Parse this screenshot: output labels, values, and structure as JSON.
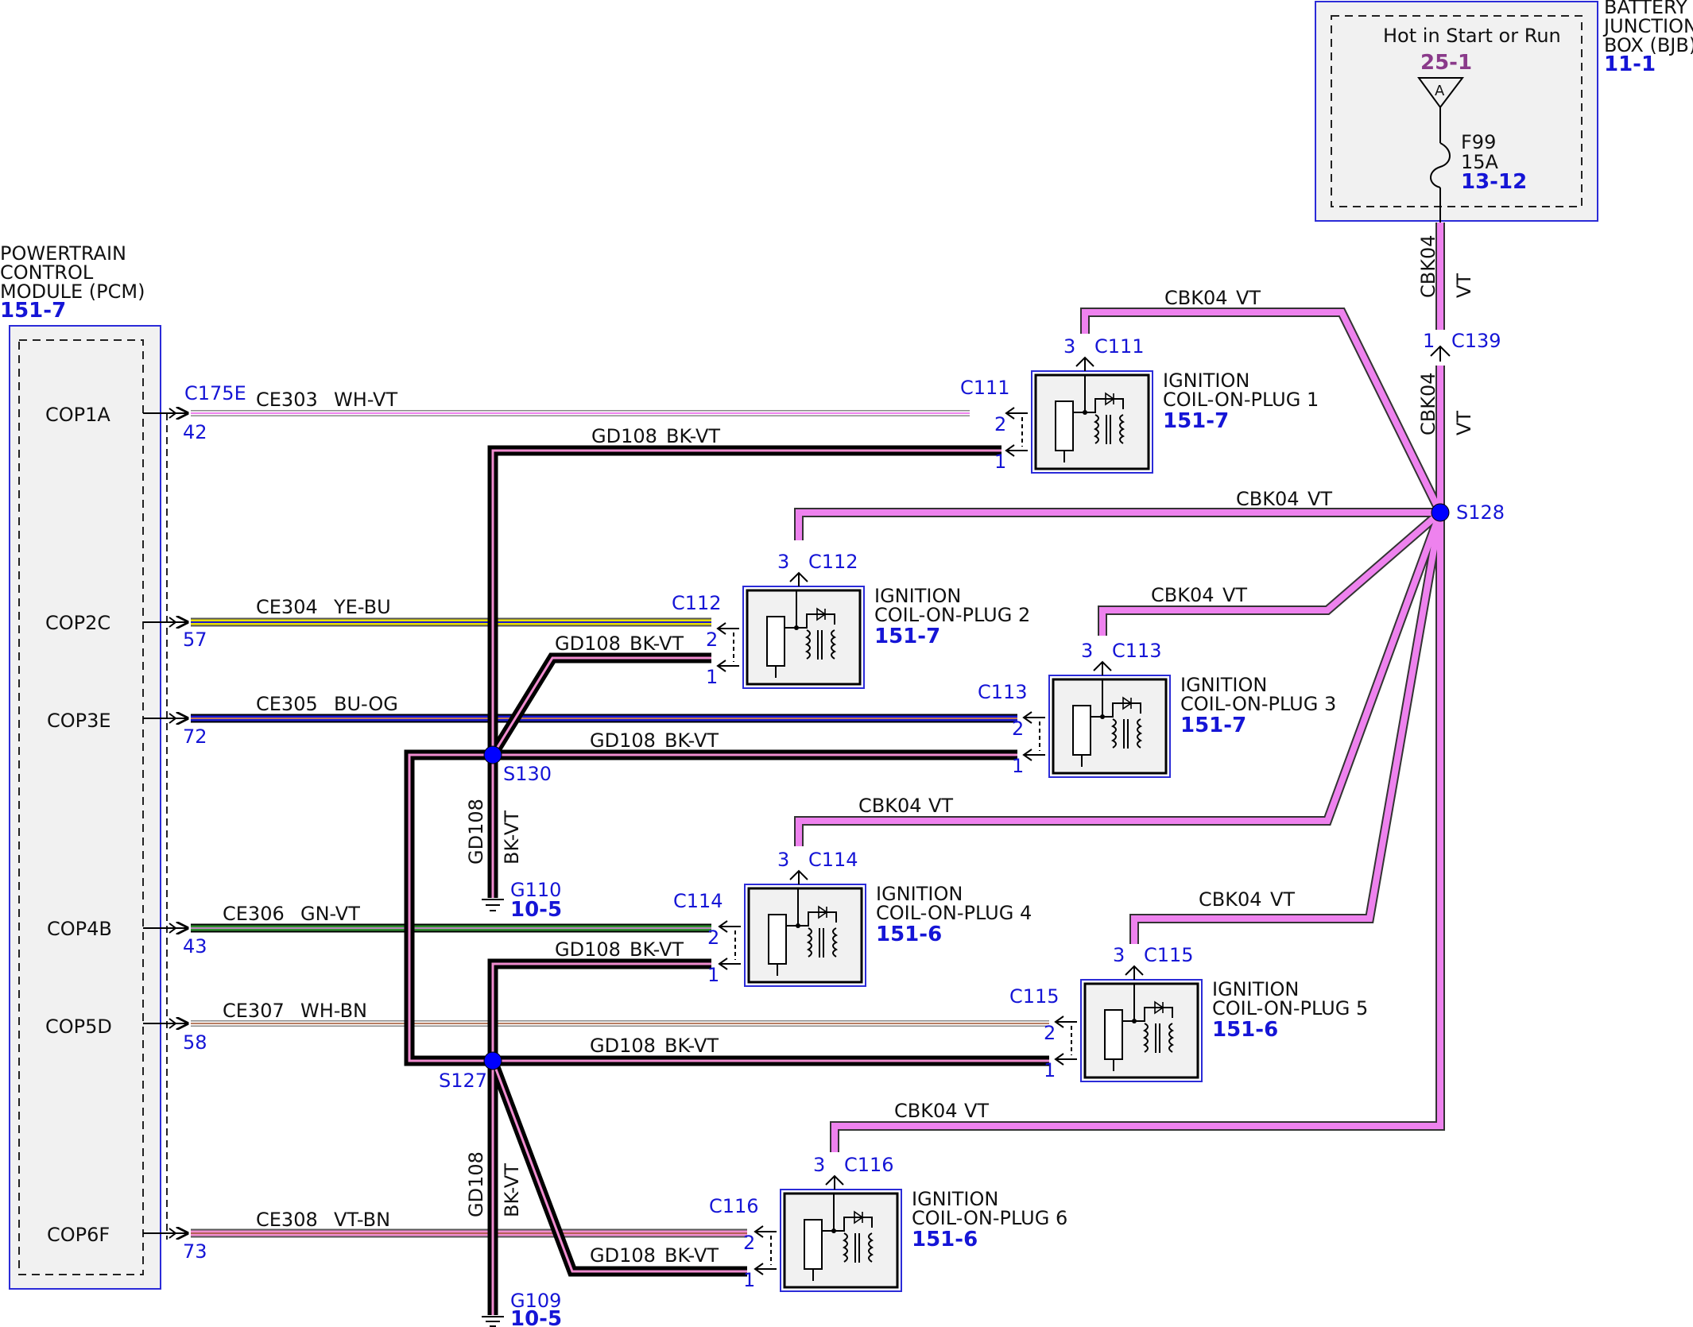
{
  "pcm": {
    "title_lines": [
      "POWERTRAIN",
      "CONTROL",
      "MODULE (PCM)"
    ],
    "ref": "151-7",
    "pins": [
      "COP1A",
      "COP2C",
      "COP3E",
      "COP4B",
      "COP5D",
      "COP6F"
    ]
  },
  "bjb": {
    "title_lines": [
      "BATTERY",
      "JUNCTION",
      "BOX (BJB)"
    ],
    "ref": "11-1",
    "hot_text": "Hot in Start or Run",
    "hot_ref": "25-1",
    "marker": "A",
    "fuse_name": "F99",
    "fuse_rating": "15A",
    "fuse_ref": "13-12"
  },
  "connectors": {
    "pcm_connector": "C175E",
    "c139": "C139",
    "c139_pin": "1",
    "s128": "S128",
    "s130": "S130",
    "s127": "S127",
    "g110": "G110",
    "g110_ref": "10-5",
    "g109": "G109",
    "g109_ref": "10-5"
  },
  "wires": {
    "cbk04": "CBK04",
    "vt": "VT",
    "gd108": "GD108",
    "bkvt": "BK-VT",
    "ce303": "CE303",
    "ce303_color": "WH-VT",
    "ce303_pin": "42",
    "ce304": "CE304",
    "ce304_color": "YE-BU",
    "ce304_pin": "57",
    "ce305": "CE305",
    "ce305_color": "BU-OG",
    "ce305_pin": "72",
    "ce306": "CE306",
    "ce306_color": "GN-VT",
    "ce306_pin": "43",
    "ce307": "CE307",
    "ce307_color": "WH-BN",
    "ce307_pin": "58",
    "ce308": "CE308",
    "ce308_color": "VT-BN",
    "ce308_pin": "73"
  },
  "coils": [
    {
      "label1": "IGNITION",
      "label2": "COIL-ON-PLUG 1",
      "ref": "151-7",
      "connector": "C111"
    },
    {
      "label1": "IGNITION",
      "label2": "COIL-ON-PLUG 2",
      "ref": "151-7",
      "connector": "C112"
    },
    {
      "label1": "IGNITION",
      "label2": "COIL-ON-PLUG 3",
      "ref": "151-7",
      "connector": "C113"
    },
    {
      "label1": "IGNITION",
      "label2": "COIL-ON-PLUG 4",
      "ref": "151-6",
      "connector": "C114"
    },
    {
      "label1": "IGNITION",
      "label2": "COIL-ON-PLUG 5",
      "ref": "151-6",
      "connector": "C115"
    },
    {
      "label1": "IGNITION",
      "label2": "COIL-ON-PLUG 6",
      "ref": "151-6",
      "connector": "C116"
    }
  ],
  "pin_numbers": {
    "one": "1",
    "two": "2",
    "three": "3"
  },
  "colors": {
    "violet": "#ee82ee",
    "black": "#000000",
    "yellow": "#e8e000",
    "blue": "#1a1ad0",
    "green": "#2f8f2f",
    "pink": "#f08ccf",
    "splice": "#0000ff"
  }
}
